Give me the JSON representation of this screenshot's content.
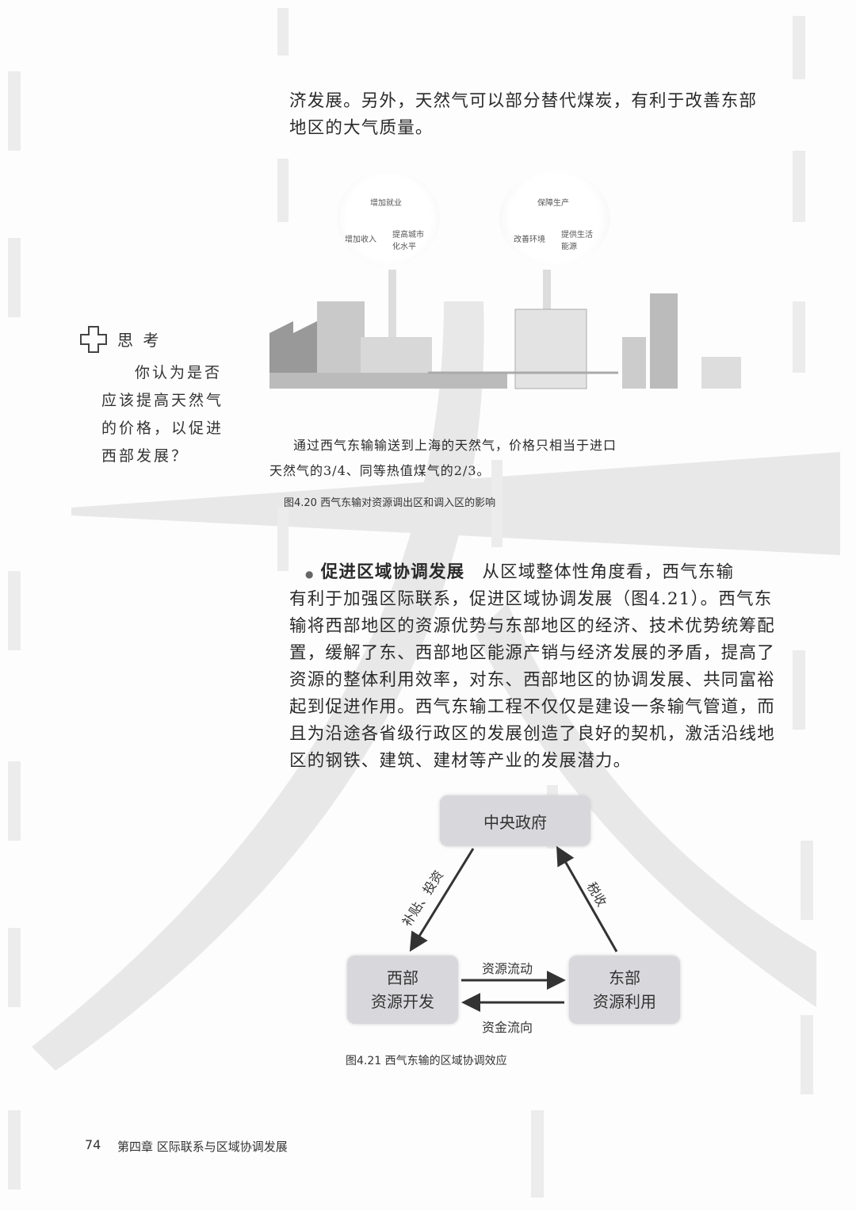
{
  "intro_lines": [
    "济发展。另外，天然气可以部分替代煤炭，有利于改善东部",
    "地区的大气质量。"
  ],
  "figure_4_20": {
    "bubble_left": {
      "top": "增加就业",
      "left": "增加收入",
      "right": "提高城市化水平"
    },
    "bubble_right": {
      "top": "保障生产",
      "left": "改善环境",
      "right": "提供生活能源"
    },
    "note_lines": [
      "通过西气东输输送到上海的天然气，价格只相当于进口",
      "天然气的3/4、同等热值煤气的2/3。"
    ],
    "caption": "图4.20  西气东输对资源调出区和调入区的影响"
  },
  "think_box": {
    "title": "思 考",
    "lines": [
      "你认为是否",
      "应该提高天然气",
      "的价格，以促进",
      "西部发展？"
    ]
  },
  "section": {
    "heading": "促进区域协调发展",
    "lines": [
      "从区域整体性角度看，西气东输",
      "有利于加强区际联系，促进区域协调发展（图4.21）。西气东",
      "输将西部地区的资源优势与东部地区的经济、技术优势统筹配",
      "置，缓解了东、西部地区能源产销与经济发展的矛盾，提高了",
      "资源的整体利用效率，对东、西部地区的协调发展、共同富裕",
      "起到促进作用。西气东输工程不仅仅是建设一条输气管道，而",
      "且为沿途各省级行政区的发展创造了良好的契机，激活沿线地",
      "区的钢铁、建筑、建材等产业的发展潜力。"
    ]
  },
  "figure_4_21": {
    "center": "中央政府",
    "west": [
      "西部",
      "资源开发"
    ],
    "east": [
      "东部",
      "资源利用"
    ],
    "arrow_left": "补贴、投资",
    "arrow_right": "税收",
    "arrow_top": "资源流动",
    "arrow_bottom": "资金流向",
    "caption": "图4.21  西气东输的区域协调效应"
  },
  "footer": {
    "page": "74",
    "chapter": "第四章  区际联系与区域协调发展"
  }
}
